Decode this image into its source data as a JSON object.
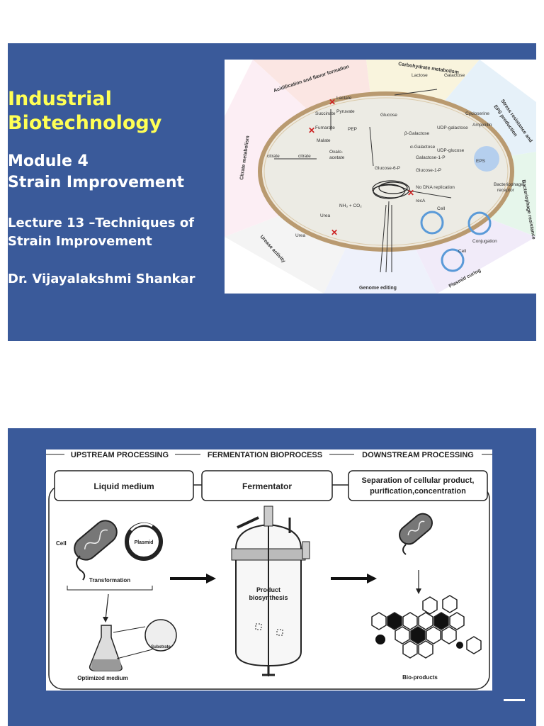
{
  "slide1": {
    "title": "Industrial Biotechnology",
    "module": "Module 4",
    "module_subtitle": "Strain Improvement",
    "lecture": "Lecture 13 –Techniques of Strain Improvement",
    "author": "Dr. Vijayalakshmi Shankar",
    "diagram": {
      "sectors": [
        "Acidification and flavor formation",
        "Carbohydrate metabolism",
        "Stress resistance and EPS production",
        "Bacteriophage resistance",
        "Plasmid curing",
        "Genome editing",
        "Urease activity",
        "Citrate metabolism"
      ],
      "labels": [
        "Lactose",
        "Galactose",
        "Lactate",
        "Pyruvate",
        "Succinate",
        "Fumarate",
        "Malate",
        "Oxalo-acetate",
        "citrate",
        "PEP",
        "Glucose",
        "Glucose-6-P",
        "β-Galactose",
        "α-Galactose",
        "Galactose-1-P",
        "UDP-galactose",
        "UDP-glucose",
        "Glucose-1-P",
        "EPS",
        "Cycloserine",
        "Ampicillin",
        "Bacteriophage receptor",
        "No DNA replication",
        "Urea",
        "NH₃ + CO₂",
        "recA",
        "Cell",
        "Cell",
        "Conjugation"
      ]
    }
  },
  "slide2": {
    "headers": [
      "UPSTREAM PROCESSING",
      "FERMENTATION BIOPROCESS",
      "DOWNSTREAM PROCESSING"
    ],
    "boxes": [
      "Liquid medium",
      "Fermentator",
      "Separation of cellular product, purification,concentration"
    ],
    "labels": {
      "cell": "Cell",
      "plasmid": "Plasmid",
      "transformation": "Transformation",
      "substrate": "Substrate",
      "optimized_medium": "Optimized medium",
      "product": "Product biosynthesis",
      "bioproducts": "Bio-products"
    }
  }
}
